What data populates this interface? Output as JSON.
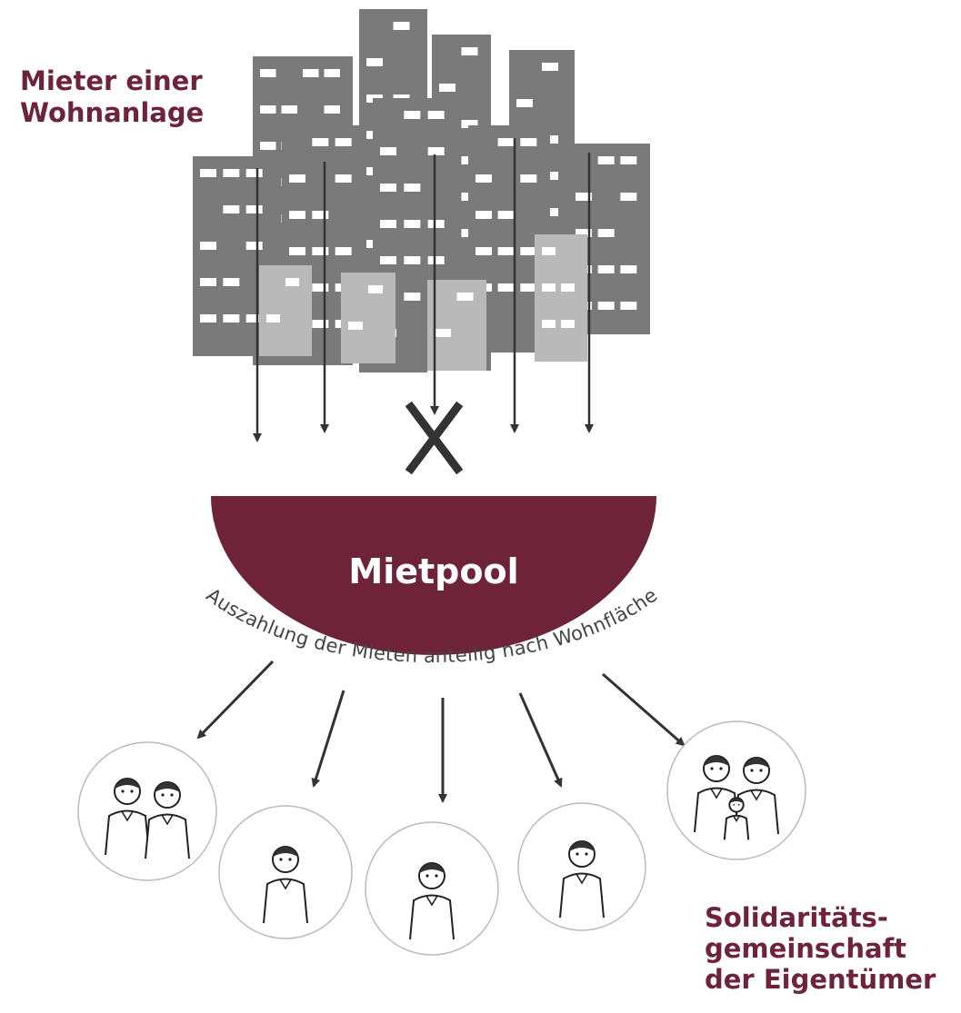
{
  "labels": {
    "tenants": "Mieter einer\nWohnanlage",
    "pool": "Mietpool",
    "payout_arc": "Auszahlung der Mieten anteilig nach Wohnfläche",
    "owners": "Solidaritäts-\ngemeinschaft\nder Eigentümer"
  },
  "colors": {
    "accent": "#6e2339",
    "building_dark": "#7a7a7a",
    "building_light": "#b9b9b9",
    "arrow": "#333333"
  },
  "icons": {
    "building": "building-icon",
    "x_mark": "x-icon",
    "person": "person-icon"
  }
}
